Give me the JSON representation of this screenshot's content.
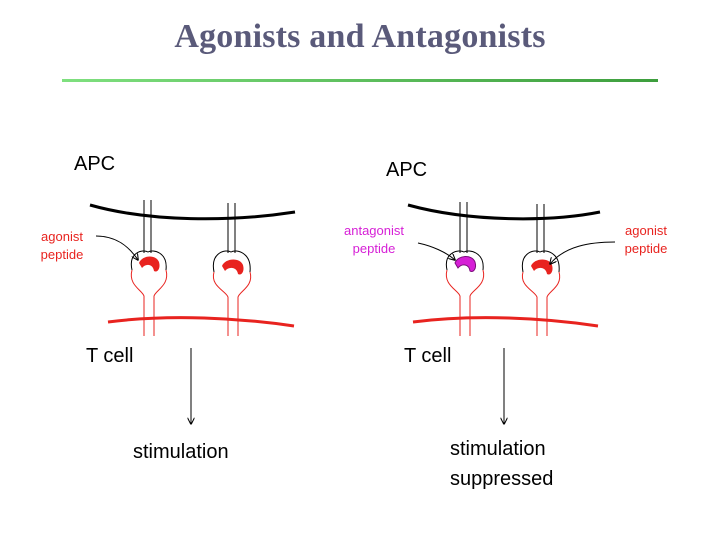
{
  "slide": {
    "title": "Agonists and Antagonists"
  },
  "left_panel": {
    "apc_label": "APC",
    "tcell_label": "T cell",
    "peptide_label_line1": "agonist",
    "peptide_label_line2": "peptide",
    "outcome_label": "stimulation"
  },
  "right_panel": {
    "apc_label": "APC",
    "tcell_label": "T cell",
    "antagonist_label_line1": "antagonist",
    "antagonist_label_line2": "peptide",
    "agonist_label_line1": "agonist",
    "agonist_label_line2": "peptide",
    "outcome_line1": "stimulation",
    "outcome_line2": "suppressed"
  },
  "colors": {
    "title": "#5a5a7a",
    "rule": "#4caf50",
    "tcell_membrane": "#e8231f",
    "agonist_peptide": "#e8231f",
    "antagonist_peptide": "#d61fd6",
    "apc_membrane": "#000000"
  }
}
